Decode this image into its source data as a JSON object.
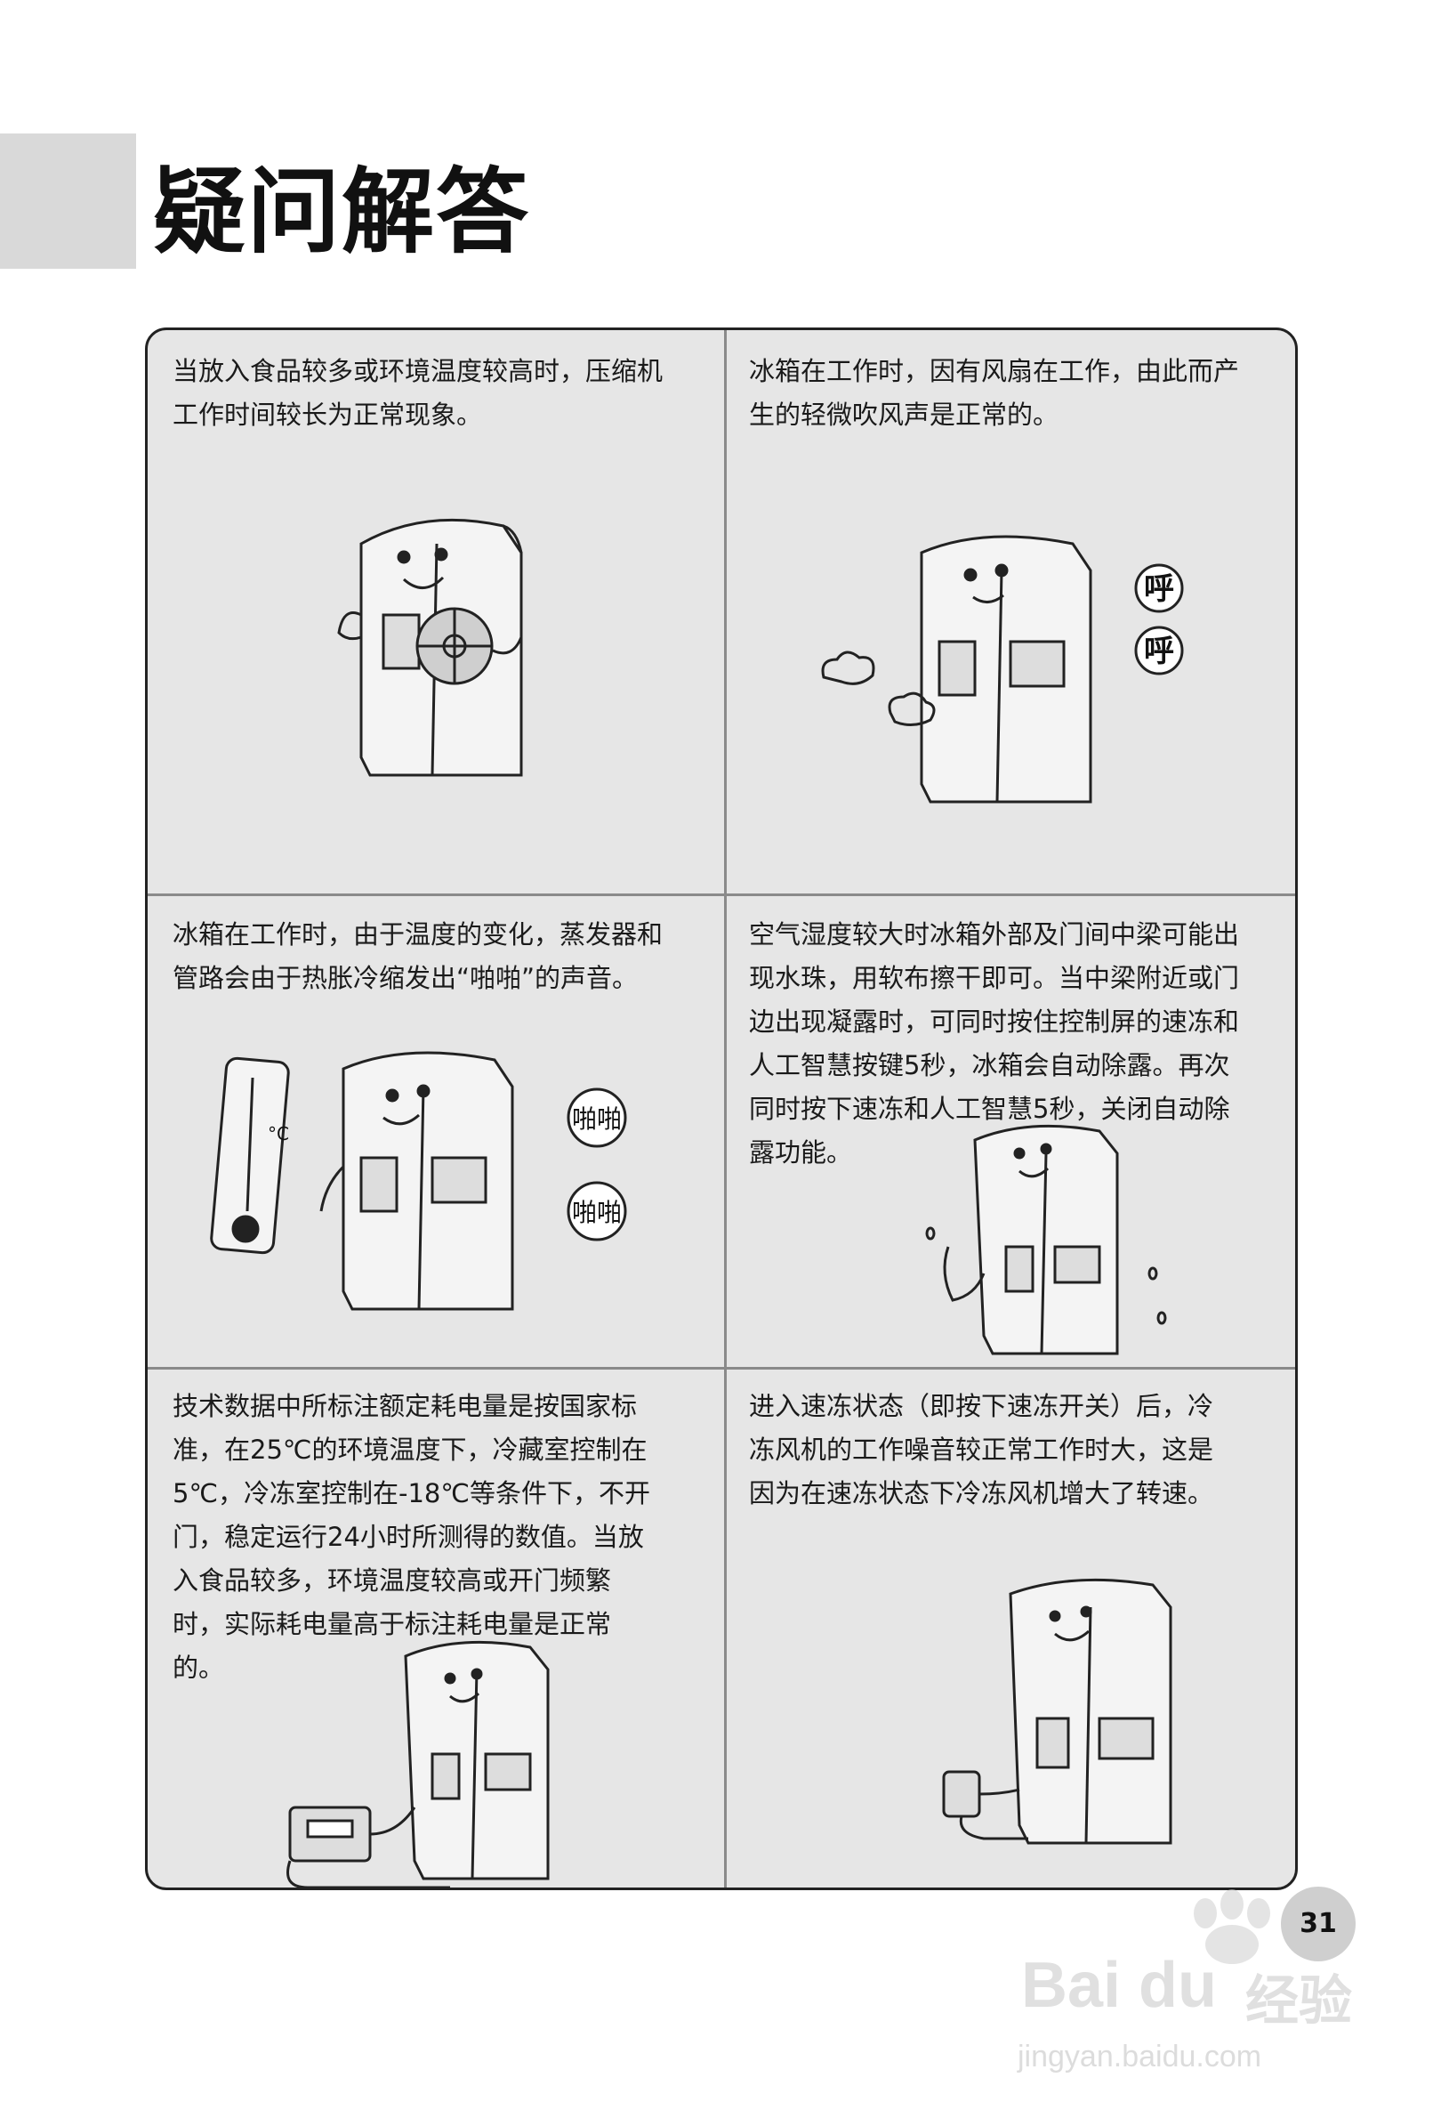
{
  "page_title": "疑问解答",
  "page_number": "31",
  "cells": [
    {
      "lines": [
        "当放入食品较多或环境温度较高时，压缩机",
        "工作时间较长为正常现象。"
      ]
    },
    {
      "lines": [
        "冰箱在工作时，因有风扇在工作，由此而产",
        "生的轻微吹风声是正常的。"
      ]
    },
    {
      "lines": [
        "冰箱在工作时，由于温度的变化，蒸发器和",
        "管路会由于热胀冷缩发出“啪啪”的声音。"
      ]
    },
    {
      "lines": [
        "空气湿度较大时冰箱外部及门间中梁可能出",
        "现水珠，用软布擦干即可。当中梁附近或门",
        "边出现凝露时，可同时按住控制屏的速冻和",
        "人工智慧按键5秒，冰箱会自动除露。再次",
        "同时按下速冻和人工智慧5秒，关闭自动除",
        "露功能。"
      ]
    },
    {
      "lines": [
        "技术数据中所标注额定耗电量是按国家标",
        "准，在25℃的环境温度下，冷藏室控制在",
        "5℃，冷冻室控制在-18℃等条件下，不开",
        "门，稳定运行24小时所测得的数值。当放",
        "入食品较多，环境温度较高或开门频繁",
        "时，实际耗电量高于标注耗电量是正常",
        "的。"
      ]
    },
    {
      "lines": [
        "进入速冻状态（即按下速冻开关）后，冷",
        "冻风机的工作噪音较正常工作时大，这是",
        "因为在速冻状态下冷冻风机增大了转速。"
      ]
    }
  ],
  "bubbles": {
    "hu1": "呼",
    "hu2": "呼",
    "pa1": "啪啪",
    "pa2": "啪啪",
    "thermo_unit": "°C"
  },
  "watermark": {
    "brand": "Bai du",
    "service": "经验",
    "url": "jingyan.baidu.com"
  }
}
